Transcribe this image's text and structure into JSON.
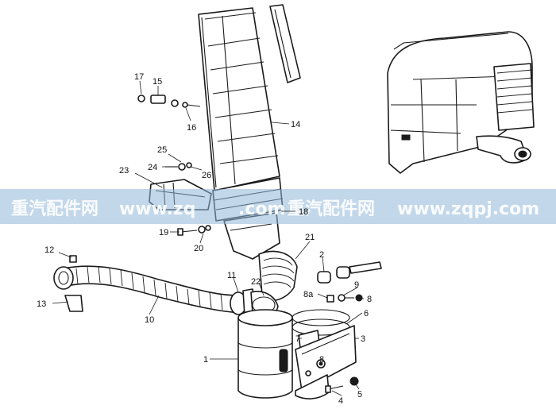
{
  "watermark": {
    "text_left_cn": "重汽配件网",
    "text_left_url": "www.zq",
    "text_left_url_tail": ".com",
    "text_right_cn": "重汽配件网",
    "text_right_url": "www.zqpj.com",
    "band_color": "#8fb6d9"
  },
  "callouts": {
    "c1": "1",
    "c2": "2",
    "c3": "3",
    "c4": "4",
    "c5": "5",
    "c6": "6",
    "c7": "7",
    "c8a": "8",
    "c8b": "8",
    "c8c": "8a",
    "c9": "9",
    "c10": "10",
    "c11": "11",
    "c12": "12",
    "c13": "13",
    "c14": "14",
    "c15": "15",
    "c16": "16",
    "c17": "17",
    "c18": "18",
    "c19": "19",
    "c20": "20",
    "c21": "21",
    "c22": "22",
    "c23": "23",
    "c24": "24",
    "c25": "25",
    "c26": "26"
  }
}
